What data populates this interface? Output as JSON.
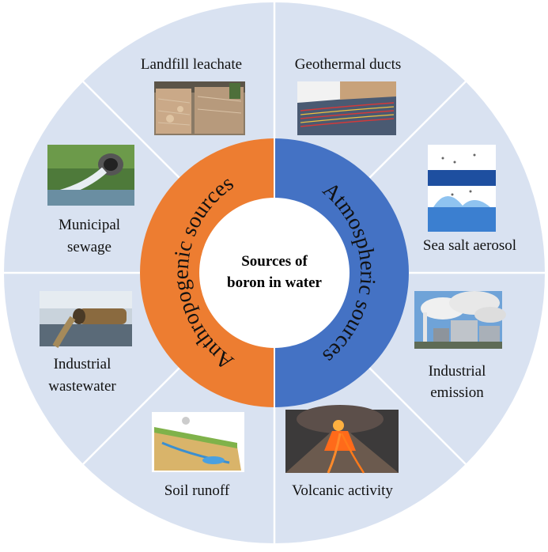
{
  "center": {
    "line1": "Sources of",
    "line2": "boron in water"
  },
  "ring": {
    "left_label": "Anthropogenic sources",
    "right_label": "Atmospheric sources",
    "left_color": "#ED7D31",
    "right_color": "#4472C4"
  },
  "outer_ring_color": "#D9E2F1",
  "divider_color": "#ffffff",
  "sectors": [
    {
      "id": "landfill-leachate",
      "lines": [
        "Landfill leachate"
      ],
      "image": "landfill-leachate-photo"
    },
    {
      "id": "geothermal-ducts",
      "lines": [
        "Geothermal ducts"
      ],
      "image": "geothermal-ducts-photo"
    },
    {
      "id": "sea-salt-aerosol",
      "lines": [
        "Sea salt aerosol"
      ],
      "image": "sea-salt-aerosol-diagram"
    },
    {
      "id": "industrial-emission",
      "lines": [
        "Industrial",
        "emission"
      ],
      "image": "industrial-emission-photo"
    },
    {
      "id": "volcanic-activity",
      "lines": [
        "Volcanic activity"
      ],
      "image": "volcanic-activity-photo"
    },
    {
      "id": "soil-runoff",
      "lines": [
        "Soil runoff"
      ],
      "image": "soil-runoff-diagram"
    },
    {
      "id": "industrial-wastewater",
      "lines": [
        "Industrial",
        "wastewater"
      ],
      "image": "industrial-wastewater-photo"
    },
    {
      "id": "municipal-sewage",
      "lines": [
        "Municipal",
        "sewage"
      ],
      "image": "municipal-sewage-photo"
    }
  ]
}
